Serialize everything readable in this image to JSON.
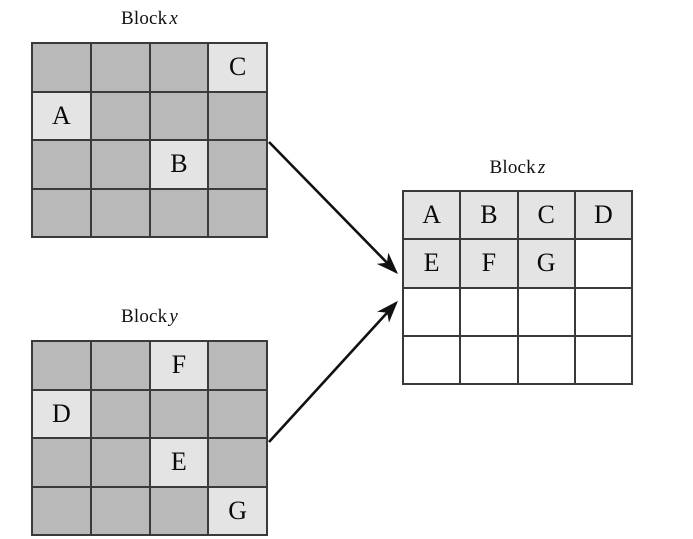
{
  "figure": {
    "type": "block-merge-diagram",
    "background_color": "#ffffff",
    "colors": {
      "cell_dark": "#b9b9b9",
      "cell_light": "#e4e4e4",
      "cell_empty": "#ffffff",
      "grid_line": "#3a3a3a",
      "text": "#000000"
    }
  },
  "blocks": {
    "x": {
      "title_prefix": "Block",
      "title_symbol": "x",
      "rows": 4,
      "cols": 4,
      "cells": [
        [
          {
            "label": "",
            "fill": "dark"
          },
          {
            "label": "",
            "fill": "dark"
          },
          {
            "label": "",
            "fill": "dark"
          },
          {
            "label": "C",
            "fill": "light"
          }
        ],
        [
          {
            "label": "A",
            "fill": "light"
          },
          {
            "label": "",
            "fill": "dark"
          },
          {
            "label": "",
            "fill": "dark"
          },
          {
            "label": "",
            "fill": "dark"
          }
        ],
        [
          {
            "label": "",
            "fill": "dark"
          },
          {
            "label": "",
            "fill": "dark"
          },
          {
            "label": "B",
            "fill": "light"
          },
          {
            "label": "",
            "fill": "dark"
          }
        ],
        [
          {
            "label": "",
            "fill": "dark"
          },
          {
            "label": "",
            "fill": "dark"
          },
          {
            "label": "",
            "fill": "dark"
          },
          {
            "label": "",
            "fill": "dark"
          }
        ]
      ]
    },
    "y": {
      "title_prefix": "Block",
      "title_symbol": "y",
      "rows": 4,
      "cols": 4,
      "cells": [
        [
          {
            "label": "",
            "fill": "dark"
          },
          {
            "label": "",
            "fill": "dark"
          },
          {
            "label": "F",
            "fill": "light"
          },
          {
            "label": "",
            "fill": "dark"
          }
        ],
        [
          {
            "label": "D",
            "fill": "light"
          },
          {
            "label": "",
            "fill": "dark"
          },
          {
            "label": "",
            "fill": "dark"
          },
          {
            "label": "",
            "fill": "dark"
          }
        ],
        [
          {
            "label": "",
            "fill": "dark"
          },
          {
            "label": "",
            "fill": "dark"
          },
          {
            "label": "E",
            "fill": "light"
          },
          {
            "label": "",
            "fill": "dark"
          }
        ],
        [
          {
            "label": "",
            "fill": "dark"
          },
          {
            "label": "",
            "fill": "dark"
          },
          {
            "label": "",
            "fill": "dark"
          },
          {
            "label": "G",
            "fill": "light"
          }
        ]
      ]
    },
    "z": {
      "title_prefix": "Block",
      "title_symbol": "z",
      "rows": 4,
      "cols": 4,
      "cells": [
        [
          {
            "label": "A",
            "fill": "light"
          },
          {
            "label": "B",
            "fill": "light"
          },
          {
            "label": "C",
            "fill": "light"
          },
          {
            "label": "D",
            "fill": "light"
          }
        ],
        [
          {
            "label": "E",
            "fill": "light"
          },
          {
            "label": "F",
            "fill": "light"
          },
          {
            "label": "G",
            "fill": "light"
          },
          {
            "label": "",
            "fill": "none"
          }
        ],
        [
          {
            "label": "",
            "fill": "none"
          },
          {
            "label": "",
            "fill": "none"
          },
          {
            "label": "",
            "fill": "none"
          },
          {
            "label": "",
            "fill": "none"
          }
        ],
        [
          {
            "label": "",
            "fill": "none"
          },
          {
            "label": "",
            "fill": "none"
          },
          {
            "label": "",
            "fill": "none"
          },
          {
            "label": "",
            "fill": "none"
          }
        ]
      ]
    }
  },
  "arrows": [
    {
      "from_block": "x",
      "to_block": "z",
      "name": "arrow-x-to-z"
    },
    {
      "from_block": "y",
      "to_block": "z",
      "name": "arrow-y-to-z"
    }
  ],
  "watermark": {
    "text": ""
  }
}
